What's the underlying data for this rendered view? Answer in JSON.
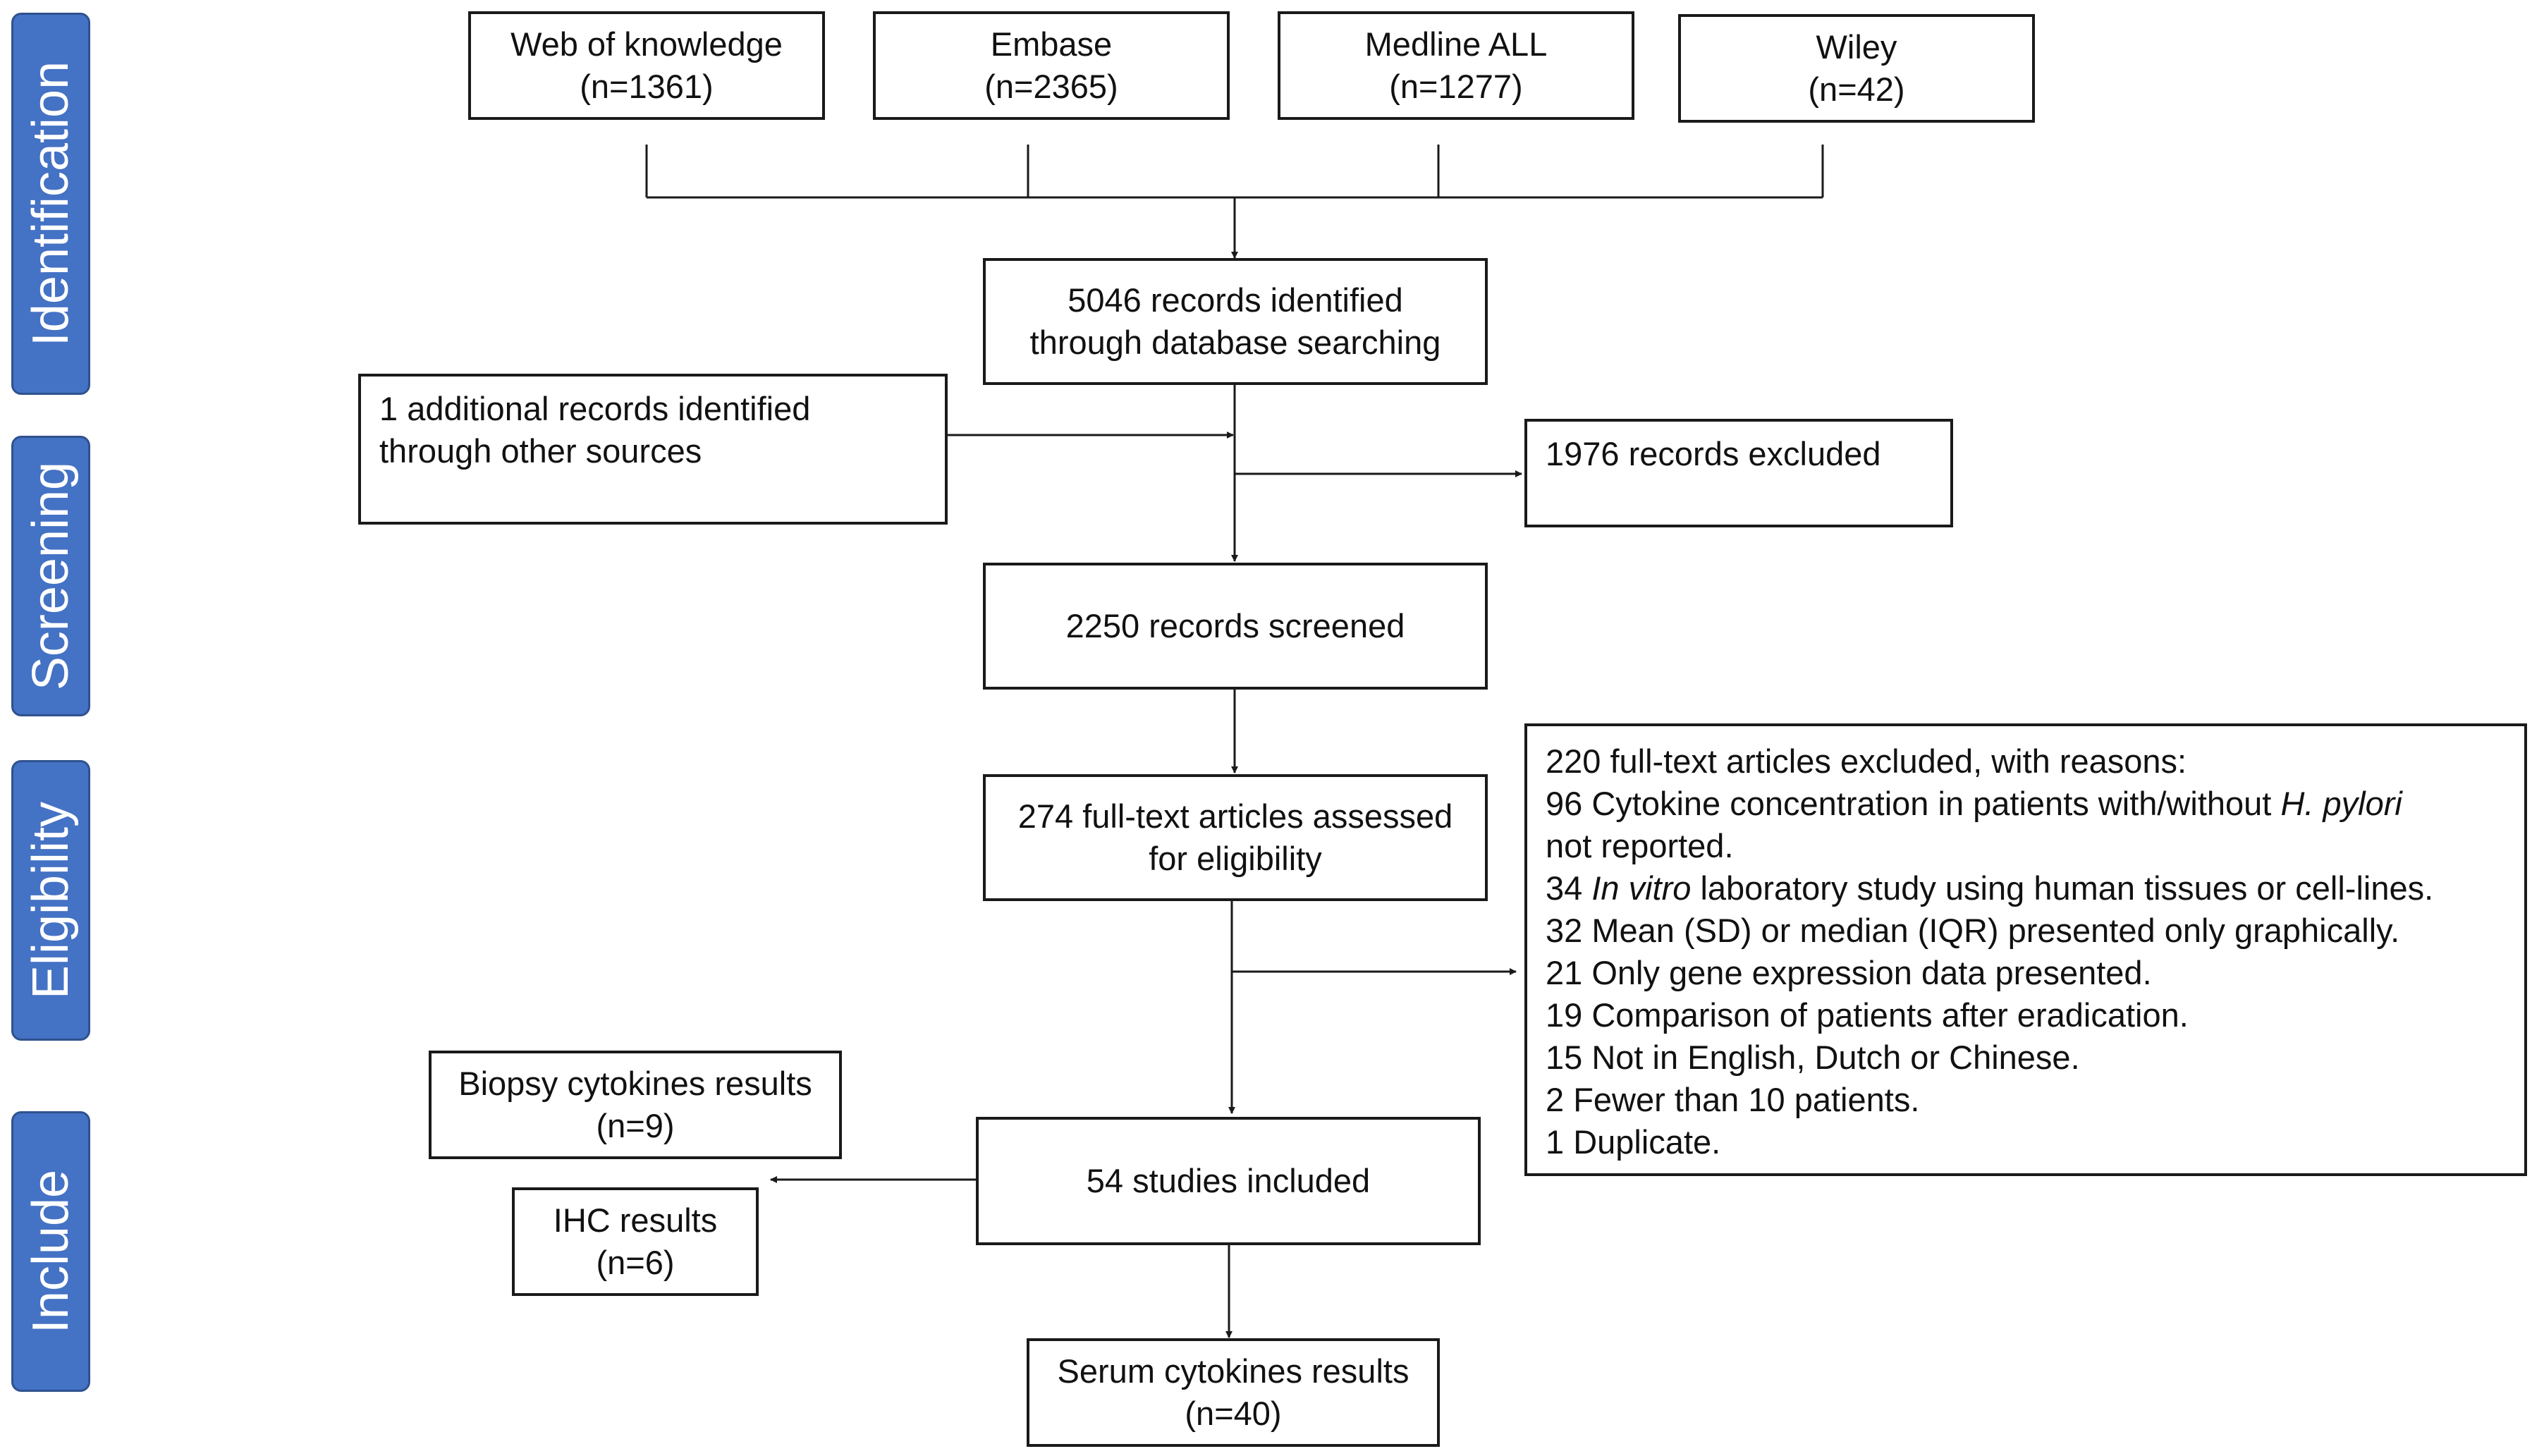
{
  "phases": {
    "identification": "Identification",
    "screening": "Screening",
    "eligibility": "Eligibility",
    "include": "Include"
  },
  "sources": [
    {
      "name": "Web of knowledge",
      "count": "(n=1361)"
    },
    {
      "name": "Embase",
      "count": "(n=2365)"
    },
    {
      "name": "Medline ALL",
      "count": "(n=1277)"
    },
    {
      "name": "Wiley",
      "count": "(n=42)"
    }
  ],
  "identified": {
    "line1": "5046 records identified",
    "line2": "through database searching"
  },
  "additional": {
    "line1": "1 additional records identified",
    "line2": "through other sources"
  },
  "excluded_records": "1976 records excluded",
  "screened": "2250 records screened",
  "assessed": {
    "line1": "274 full-text articles assessed",
    "line2": "for eligibility"
  },
  "excluded_fulltext": {
    "heading": "220 full-text articles excluded, with reasons:",
    "reason_96_a": "96 Cytokine concentration in patients with/without ",
    "reason_96_italic": "H. pylori",
    "reason_96_b": "not reported.",
    "reason_34_num": "34 ",
    "reason_34_italic": "In vitro",
    "reason_34_rest": " laboratory study using human tissues or cell-lines.",
    "reason_32": "32 Mean (SD) or median (IQR) presented only graphically.",
    "reason_21": "21 Only gene expression data presented.",
    "reason_19": "19 Comparison of patients after eradication.",
    "reason_15": "15 Not in English, Dutch or Chinese.",
    "reason_2": "2 Fewer than 10 patients.",
    "reason_1": "1 Duplicate."
  },
  "included": "54 studies included",
  "biopsy": {
    "name": "Biopsy cytokines results",
    "count": "(n=9)"
  },
  "ihc": {
    "name": "IHC results",
    "count": "(n=6)"
  },
  "serum": {
    "name": "Serum cytokines results",
    "count": "(n=40)"
  },
  "colors": {
    "phase_fill": "#4472C4",
    "phase_border": "#2F528F",
    "line": "#1a1a1a"
  }
}
